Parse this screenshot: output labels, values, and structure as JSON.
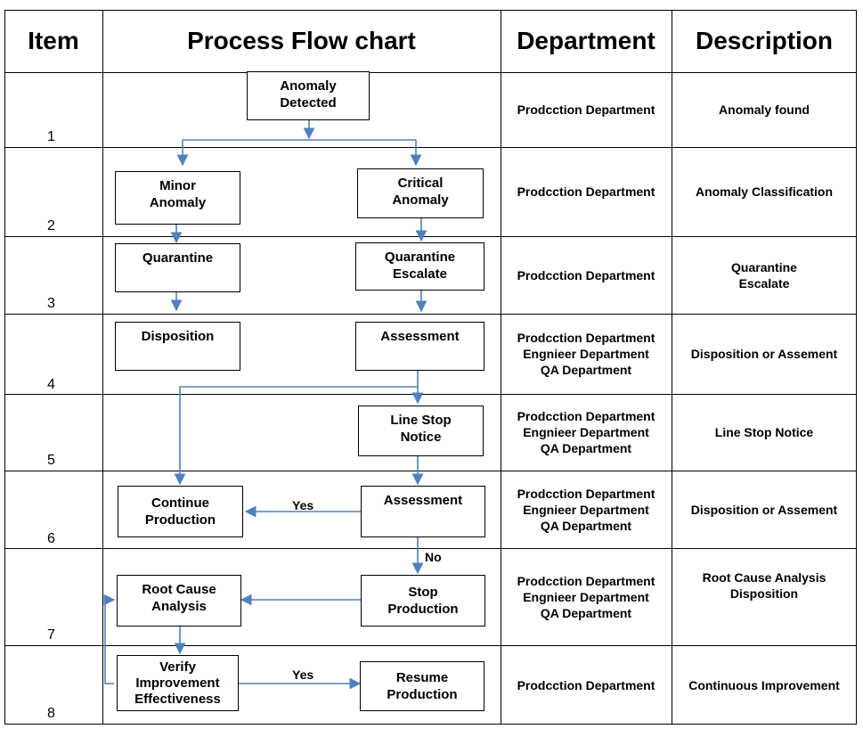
{
  "headers": {
    "item": "Item",
    "flow": "Process Flow chart",
    "department": "Department",
    "description": "Description"
  },
  "rows": [
    {
      "item": "1",
      "department": "Prodcction Department",
      "description": "Anomaly found"
    },
    {
      "item": "2",
      "department": "Prodcction Department",
      "description": "Anomaly Classification"
    },
    {
      "item": "3",
      "department": "Prodcction Department",
      "description": "Quarantine\nEscalate"
    },
    {
      "item": "4",
      "department": "Prodcction Department\nEngnieer Department\nQA Department",
      "description": "Disposition or Assement"
    },
    {
      "item": "5",
      "department": "Prodcction Department\nEngnieer Department\nQA Department",
      "description": "Line Stop Notice"
    },
    {
      "item": "6",
      "department": "Prodcction Department\nEngnieer Department\nQA Department",
      "description": "Disposition or Assement"
    },
    {
      "item": "7",
      "department": "Prodcction Department\nEngnieer Department\nQA Department",
      "description": "Root Cause Analysis\nDisposition"
    },
    {
      "item": "8",
      "department": "Prodcction Department",
      "description": "Continuous Improvement"
    }
  ],
  "flow_boxes": {
    "anomaly_detected": "Anomaly\nDetected",
    "minor_anomaly": "Minor\nAnomaly",
    "critical_anomaly": "Critical\nAnomaly",
    "quarantine": "Quarantine",
    "quarantine_escalate": "Quarantine\nEscalate",
    "disposition": "Disposition",
    "assessment_1": "Assessment",
    "line_stop_notice": "Line Stop\nNotice",
    "continue_production": "Continue\nProduction",
    "assessment_2": "Assessment",
    "root_cause_analysis": "Root Cause\nAnalysis",
    "stop_production": "Stop\nProduction",
    "verify_improvement": "Verify\nImprovement\nEffectiveness",
    "resume_production": "Resume\nProduction"
  },
  "flow_labels": {
    "yes_continue": "Yes",
    "no_stop": "No",
    "yes_resume": "Yes"
  },
  "colors": {
    "arrow": "#4f81bd",
    "border": "#000000"
  }
}
